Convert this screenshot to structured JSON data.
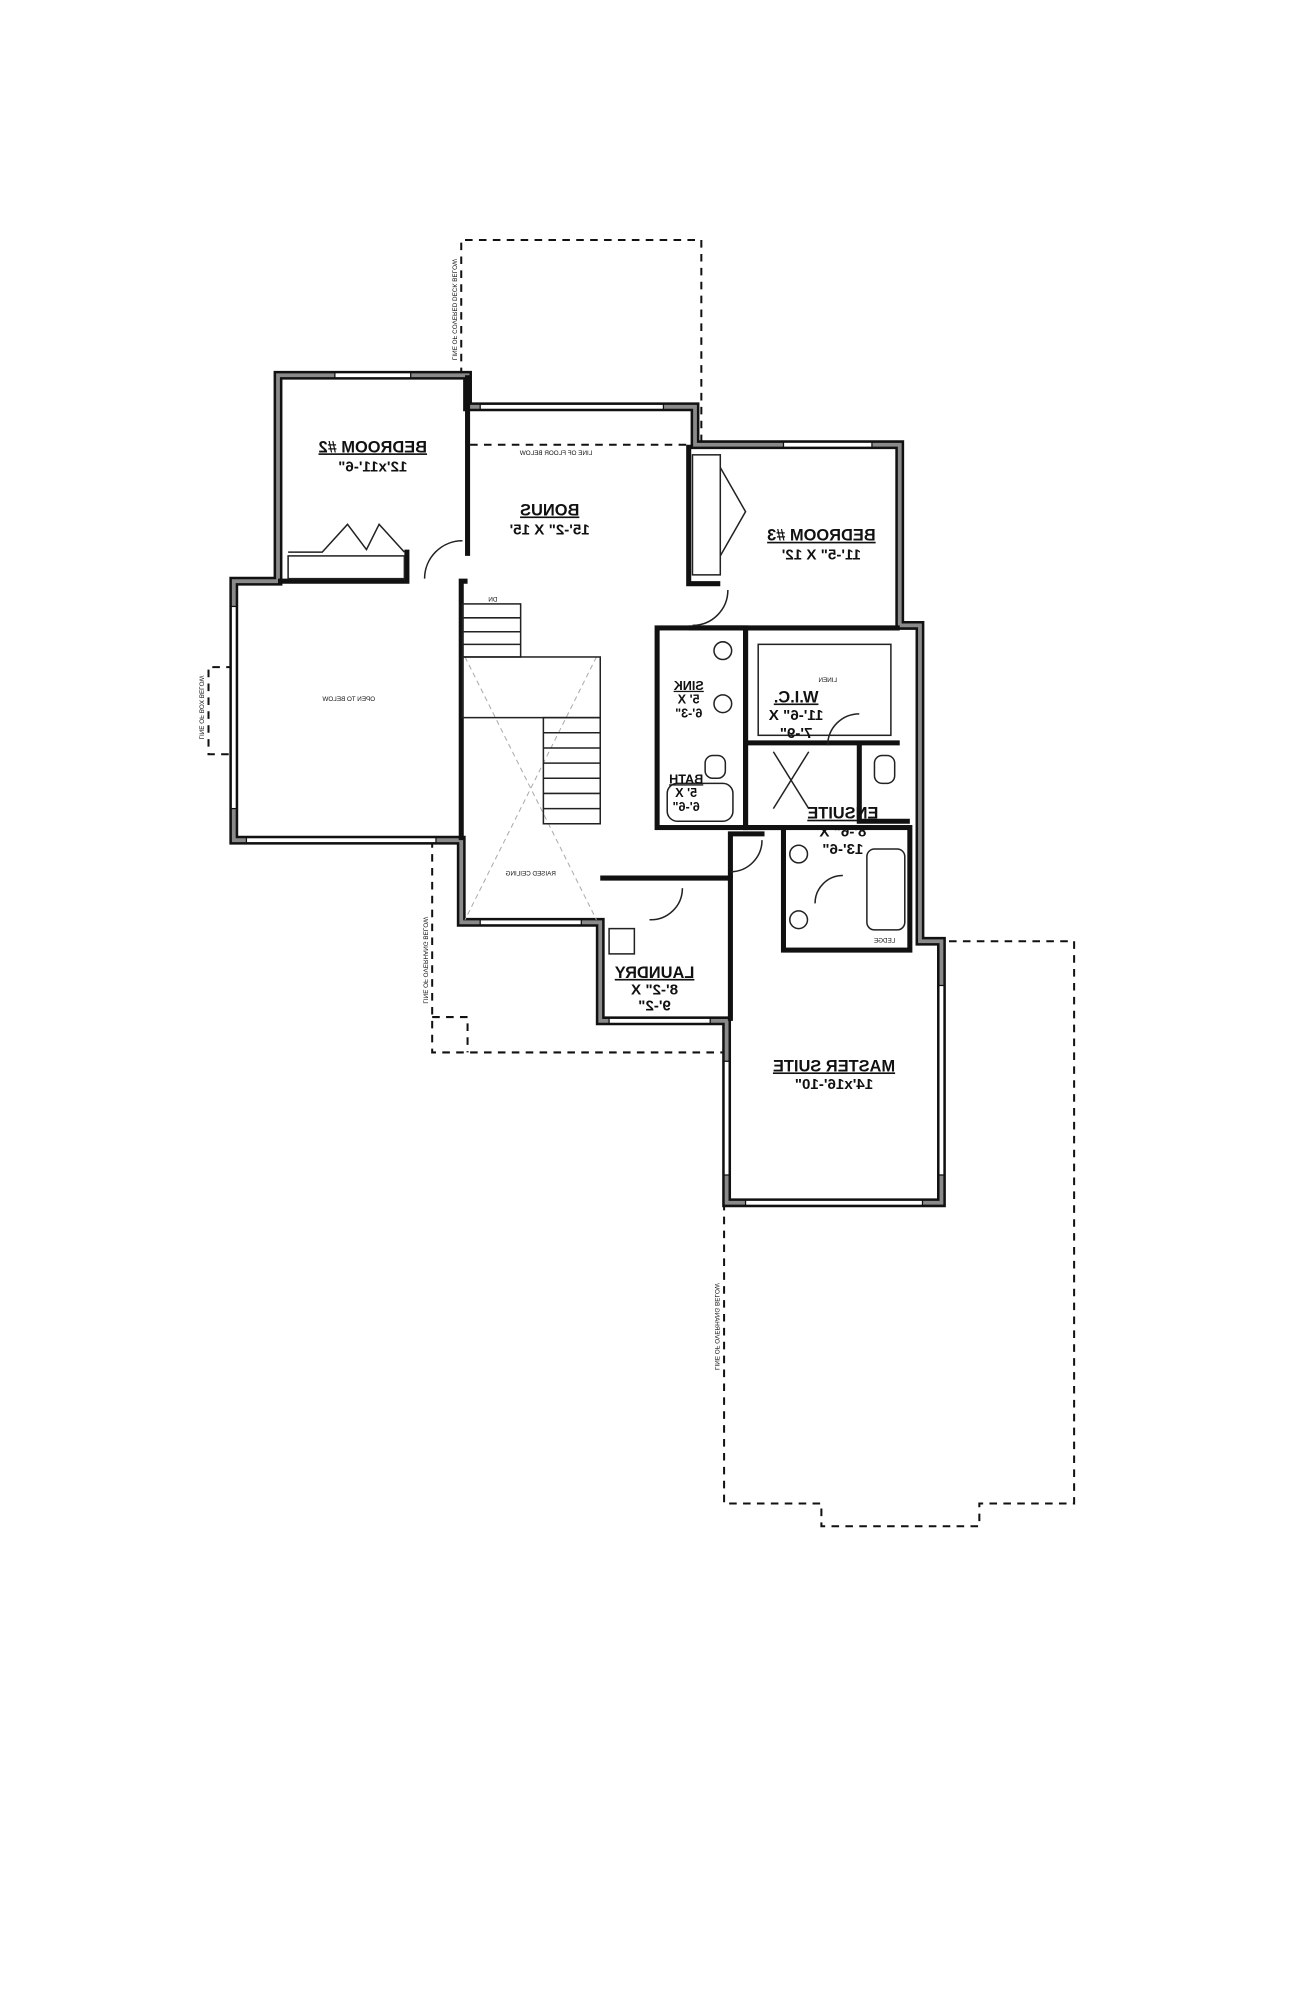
{
  "plan": {
    "rooms": [
      {
        "name": "BEDROOM #2",
        "dims": "12'x11'-6\""
      },
      {
        "name": "BONUS",
        "dims": "15'-2\" X 15'"
      },
      {
        "name": "BEDROOM #3",
        "dims": "11'-5\" X 12'"
      },
      {
        "name": "SINK",
        "dims": "5' X",
        "dims2": "6'-3\""
      },
      {
        "name": "BATH",
        "dims": "5' X",
        "dims2": "6'-6\""
      },
      {
        "name": "W.I.C.",
        "dims": "11'-6\" X",
        "dims2": "7'-9\""
      },
      {
        "name": "ENSUITE",
        "dims": "8'-6\" X",
        "dims2": "13'-6\""
      },
      {
        "name": "LAUNDRY",
        "dims": "8'-2\" X",
        "dims2": "9'-2\""
      },
      {
        "name": "MASTER SUITE",
        "dims": "14'x16'-10\""
      }
    ],
    "notes": {
      "floor_below": "LINE OF FLOOR BELOW",
      "deck_below": "LINE OF COVERED DECK BELOW",
      "open_to_below": "OPEN TO BELOW",
      "raised_ceiling": "RAISED CEILING",
      "down": "DN",
      "ledge": "LEDGE",
      "box_below": "LINE OF BOX BELOW",
      "overhang_left": "LINE OF OVERHANG BELOW",
      "overhang_master": "LINE OF OVERHANG BELOW",
      "linen": "LINEN"
    }
  }
}
